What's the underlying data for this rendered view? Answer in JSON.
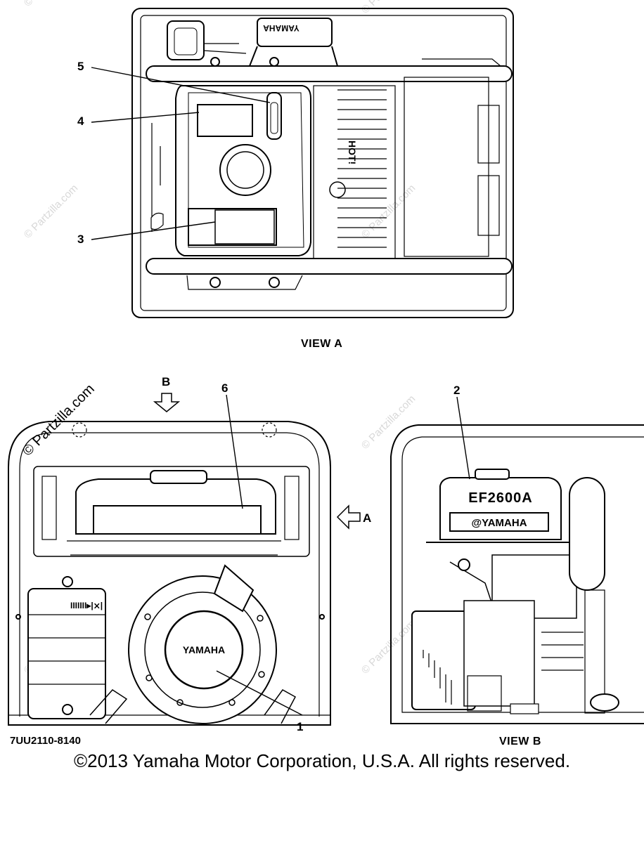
{
  "diagram": {
    "callouts": [
      "1",
      "2",
      "3",
      "4",
      "5",
      "6"
    ],
    "view_a_label": "VIEW A",
    "view_b_label": "VIEW B",
    "arrow_a_label": "A",
    "arrow_b_label": "B",
    "model_label": "EF2600A",
    "brand_label": "YAMAHA",
    "decal_brand": "@YAMAHA",
    "hot_warning": "HOT!",
    "drawing_number": "7UU2110-8140",
    "copyright": "©2013 Yamaha Motor Corporation, U.S.A. All rights reserved.",
    "watermark": "© Partzilla.com"
  },
  "colors": {
    "line": "#000000",
    "watermark": "#d8d8d8",
    "background": "#ffffff"
  }
}
